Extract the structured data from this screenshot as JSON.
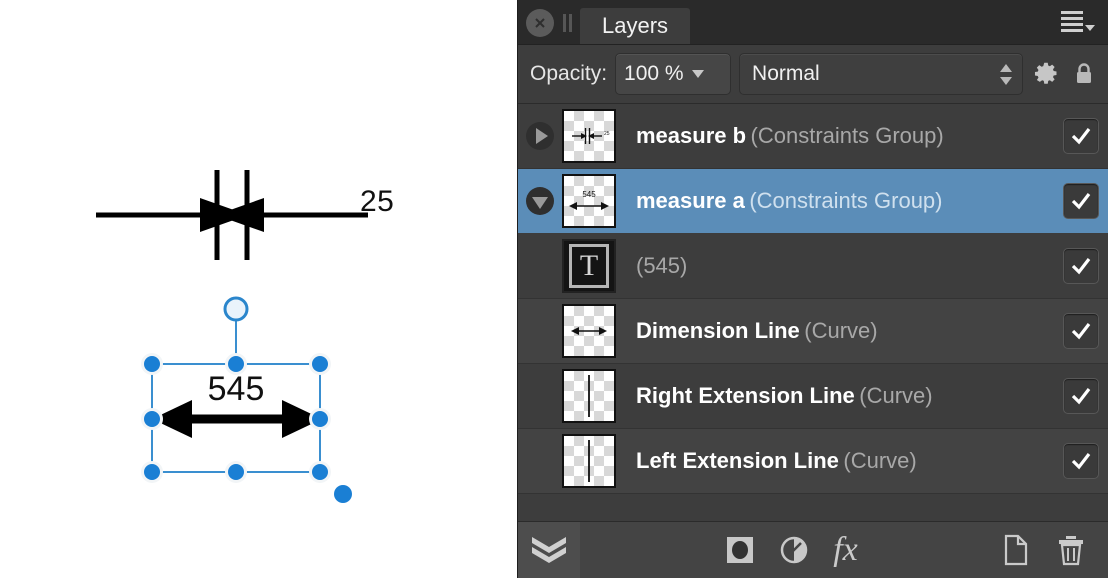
{
  "canvas": {
    "measure_b": {
      "label": "25"
    },
    "measure_a": {
      "label": "545"
    }
  },
  "panel": {
    "tab_label": "Layers",
    "close_icon": "close-icon",
    "grip_icon": "pause-grip-icon",
    "menu_icon": "panel-menu-icon",
    "options": {
      "opacity_label": "Opacity:",
      "opacity_value": "100 %",
      "blend_mode": "Normal",
      "gear_icon": "gear-icon",
      "lock_icon": "lock-icon"
    },
    "layers": [
      {
        "name": "measure b",
        "kind": "(Constraints Group)",
        "thumb": "dimension-small-thumb",
        "disclosure": "collapsed",
        "visible": true,
        "selected": false,
        "indent": 0
      },
      {
        "name": "measure a",
        "kind": "(Constraints Group)",
        "thumb": "dimension-545-thumb",
        "disclosure": "expanded",
        "visible": true,
        "selected": true,
        "indent": 0
      },
      {
        "name": "(545)",
        "kind": "",
        "thumb": "text-layer-thumb",
        "disclosure": "none",
        "visible": true,
        "selected": false,
        "indent": 1
      },
      {
        "name": "Dimension Line",
        "kind": "(Curve)",
        "thumb": "dimension-line-thumb",
        "disclosure": "none",
        "visible": true,
        "selected": false,
        "indent": 1
      },
      {
        "name": "Right Extension Line",
        "kind": "(Curve)",
        "thumb": "vertical-line-thumb",
        "disclosure": "none",
        "visible": true,
        "selected": false,
        "indent": 1
      },
      {
        "name": "Left Extension Line",
        "kind": "(Curve)",
        "thumb": "vertical-line-thumb",
        "disclosure": "none",
        "visible": true,
        "selected": false,
        "indent": 1
      }
    ],
    "bottom_toolbar": {
      "stack_icon": "layer-stack-icon",
      "mask_icon": "add-mask-icon",
      "adjustment_icon": "adjustment-icon",
      "fx_label": "fx",
      "new_layer_icon": "new-layer-icon",
      "delete_icon": "trash-icon"
    }
  },
  "colors": {
    "panel_bg": "#3d3d3d",
    "row_alt": "#434343",
    "selection": "#5b8db8",
    "tabbar_bg": "#2a2a2a",
    "bottombar_bg": "#444444",
    "text": "#ffffff",
    "text_dim": "#a8a8a8",
    "handle_blue": "#1a7fd4",
    "canvas_bg": "#ffffff"
  }
}
